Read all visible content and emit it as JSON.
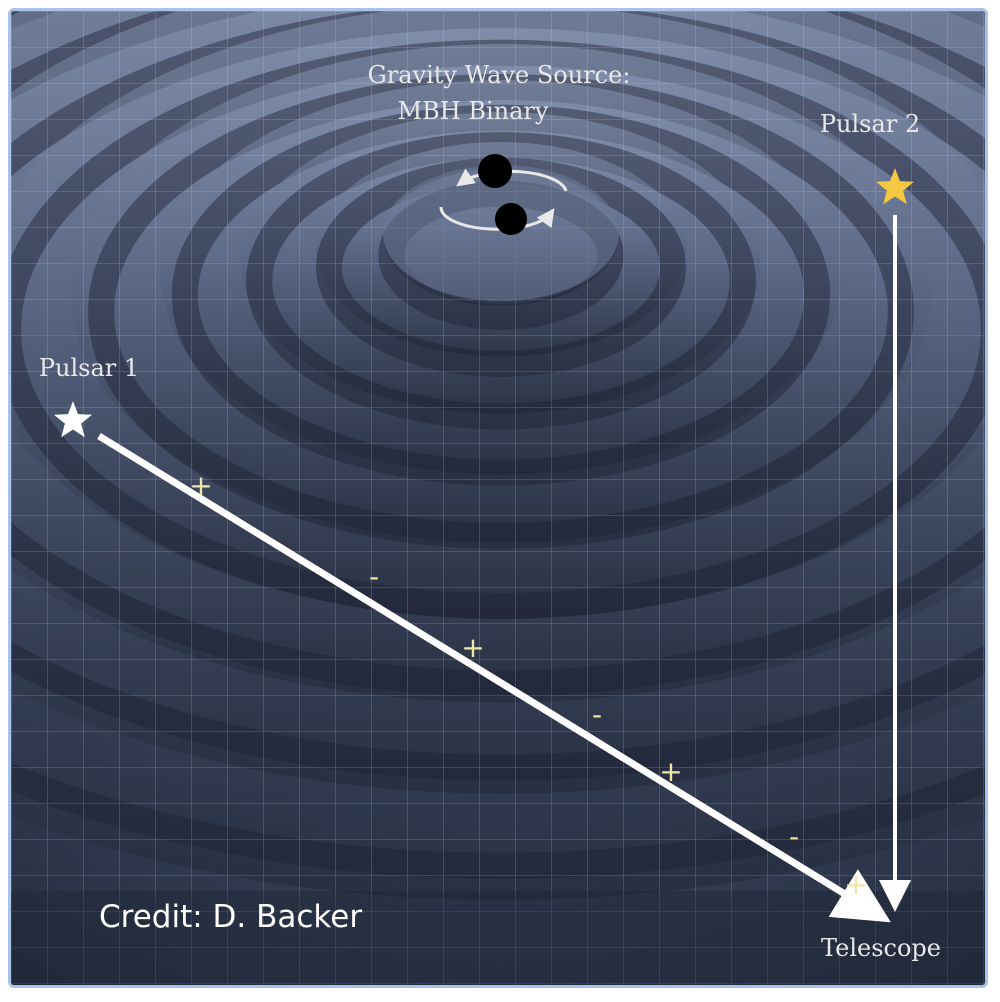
{
  "labels": {
    "source_line1": "Gravity Wave Source:",
    "source_line2": "MBH Binary",
    "pulsar1": "Pulsar 1",
    "pulsar2": "Pulsar 2",
    "telescope": "Telescope",
    "credit": "Credit: D. Backer"
  },
  "signs": [
    "+",
    "-",
    "+",
    "-",
    "+",
    "-",
    "+"
  ],
  "colors": {
    "pulsar1_star": "#ffffff",
    "pulsar2_star": "#f5c842",
    "path_arrow": "#ffffff",
    "sign_text": "#f2e7a8",
    "spacetime_surface": "#4a5774",
    "frame_border": "#a9c2e8"
  },
  "icons": {
    "pulsar1": "white-star-icon",
    "pulsar2": "gold-star-icon",
    "binary": "black-hole-pair-icon",
    "orbit": "orbit-arrow-icon"
  }
}
